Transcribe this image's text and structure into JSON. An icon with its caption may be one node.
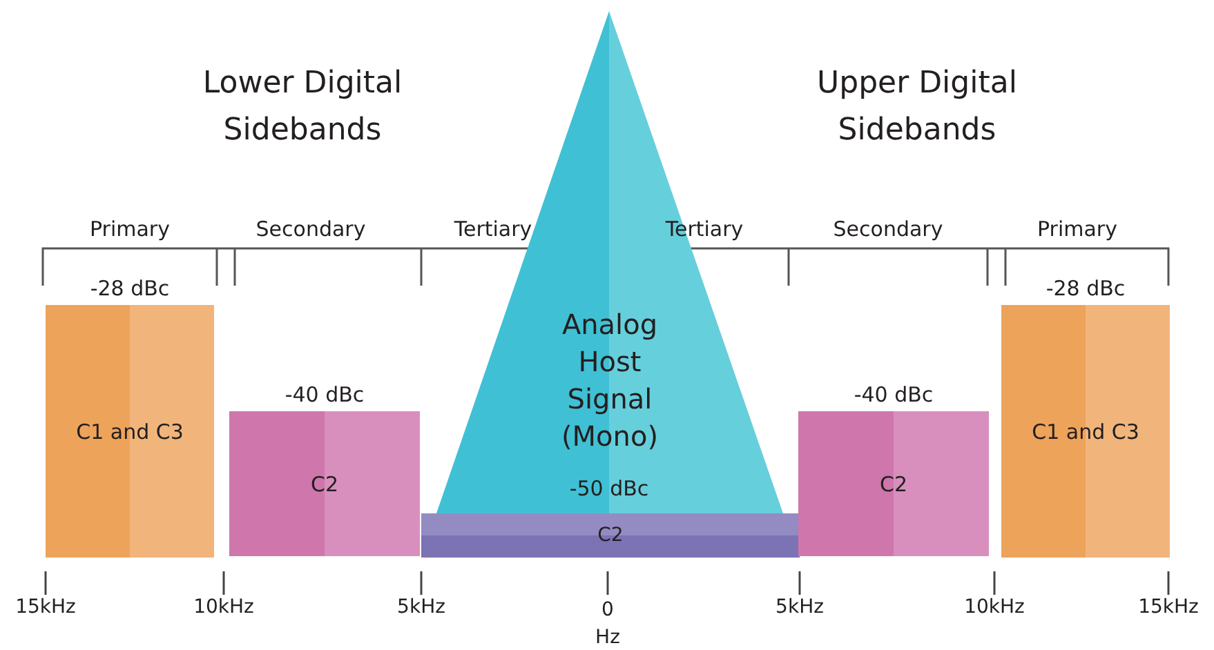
{
  "diagram": {
    "nodes": [
      {
        "text": [
          "C1 and C3"
        ],
        "beside": [
          "-28 dBc"
        ]
      },
      {
        "text": [
          "C2"
        ],
        "beside": [
          "-40 dBc"
        ]
      },
      {
        "text": [
          "Analog Host Signal (Mono)"
        ]
      },
      {
        "text": [
          "C2"
        ]
      },
      {
        "text": [
          "C2"
        ],
        "beside": [
          "-40 dBc"
        ]
      },
      {
        "text": [
          "C1 and C3"
        ],
        "beside": [
          "-28 dBc"
        ]
      }
    ],
    "labels": [
      "Lower Digital Sidebands",
      "Upper Digital Sidebands",
      "Primary",
      "Secondary",
      "Tertiary",
      "Tertiary",
      "Secondary",
      "Primary",
      "-50 dBc",
      "15kHz",
      "10kHz",
      "5kHz",
      "0 Hz",
      "5kHz",
      "10kHz",
      "15kHz"
    ]
  }
}
